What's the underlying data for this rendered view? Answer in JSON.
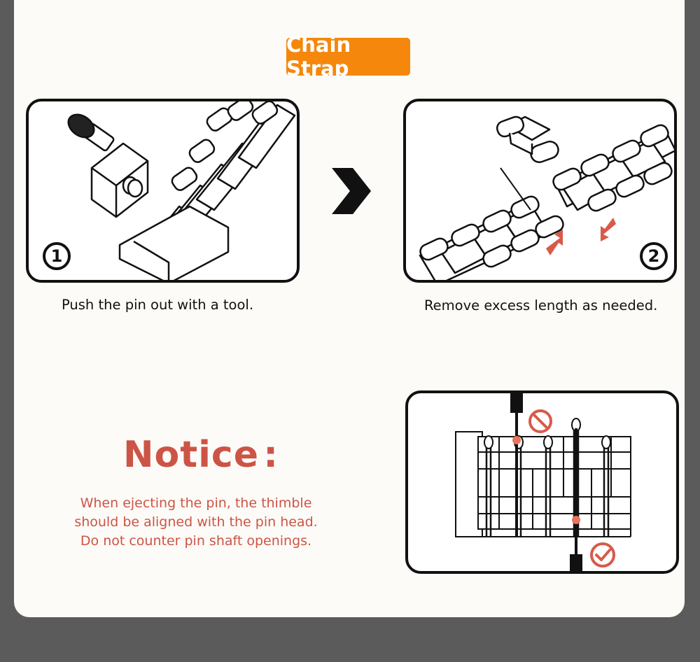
{
  "header": {
    "title": "Chain Strap"
  },
  "steps": [
    {
      "number": "1",
      "caption": "Push the pin out with a tool."
    },
    {
      "number": "2",
      "caption": "Remove excess length as needed."
    }
  ],
  "notice": {
    "title": "Notice :",
    "lines": [
      "When ejecting the pin, the thimble",
      "should be aligned with the pin head.",
      "Do not counter pin shaft openings."
    ]
  },
  "colors": {
    "accent": "#f5870c",
    "notice": "#cc5446",
    "marker": "#e9735e",
    "background": "#5b5b5b"
  },
  "icons": {
    "next": "chevron-right-icon",
    "prohibited": "prohibited-icon",
    "correct": "check-circle-icon"
  }
}
